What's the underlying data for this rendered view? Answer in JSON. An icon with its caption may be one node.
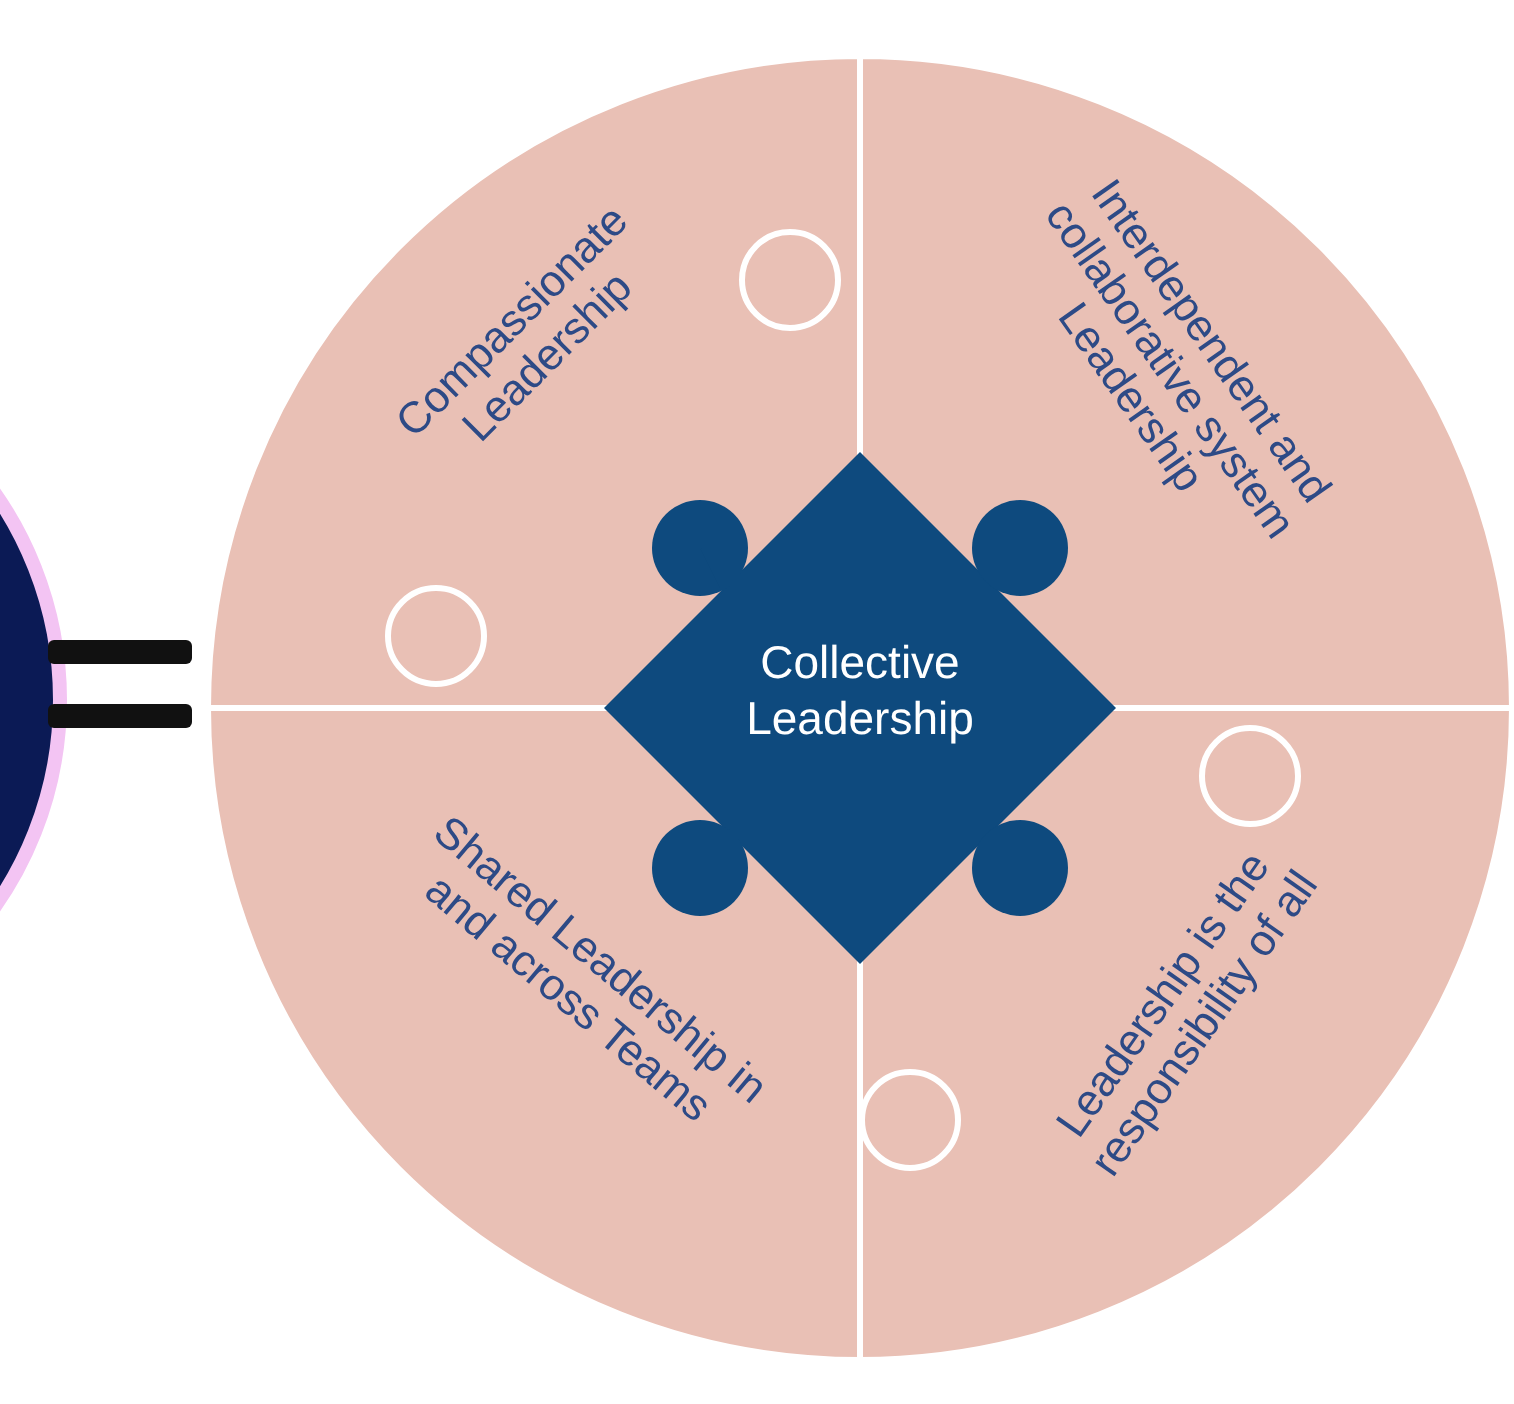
{
  "diagram": {
    "nodes": [
      {
        "text": [],
        "shape": "circle"
      },
      {
        "text": [
          "Compassionate Leadership"
        ]
      },
      {
        "text": [
          "Interdependent and collaborative system Leadership"
        ]
      },
      {
        "text": [
          "Collective Leadership"
        ]
      },
      {
        "text": [
          "Shared Leadership in and across Teams"
        ]
      },
      {
        "text": [
          "Leadership is the responsibility of all"
        ]
      }
    ]
  }
}
